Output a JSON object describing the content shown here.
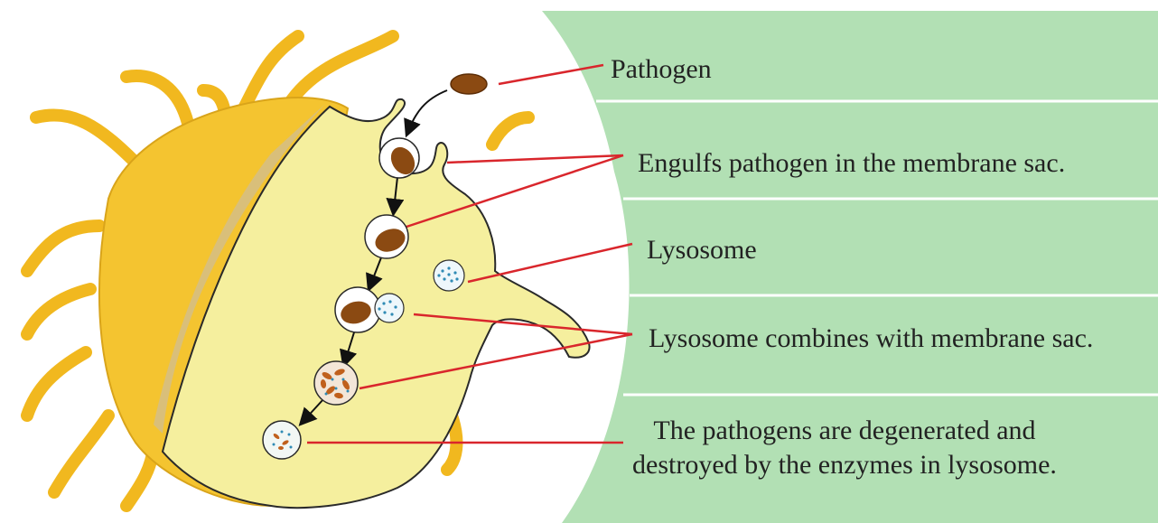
{
  "labels": {
    "pathogen": "Pathogen",
    "engulfs": "Engulfs pathogen in the membrane sac.",
    "lysosome": "Lysosome",
    "combines": "Lysosome combines with membrane sac.",
    "degenerated_line1": "The pathogens are degenerated and",
    "degenerated_line2": "destroyed by the enzymes in lysosome."
  },
  "colors": {
    "panel_green": "#b2e0b4",
    "cell_yellow": "#f5ef9e",
    "cell_dark_yellow": "#f4c430",
    "pathogen_brown": "#8b4a12",
    "pointer_red": "#d9262c"
  }
}
